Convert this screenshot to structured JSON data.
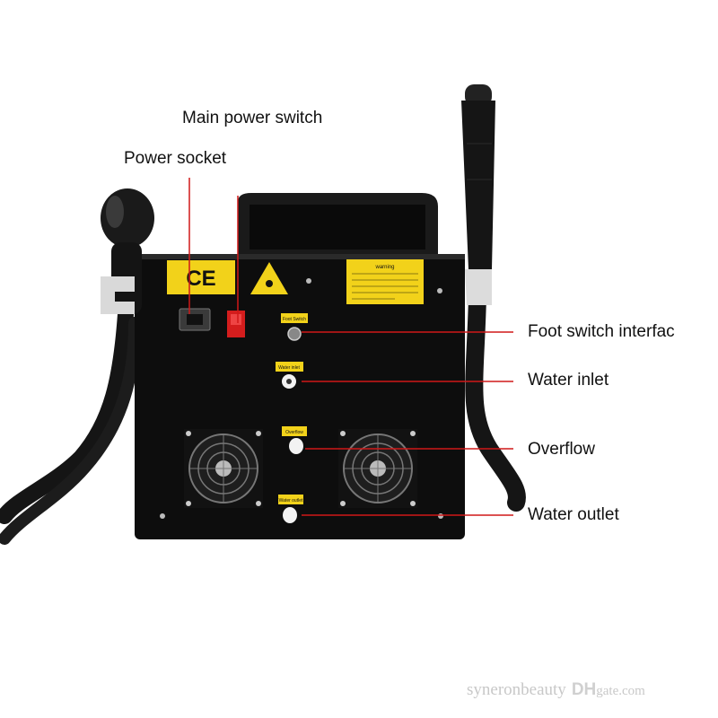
{
  "callouts": {
    "main_power_switch": "Main power switch",
    "power_socket": "Power socket",
    "foot_switch_interface": "Foot switch interfac",
    "water_inlet": "Water inlet",
    "overflow": "Overflow",
    "water_outlet": "Water outlet"
  },
  "panel_labels": {
    "foot_switch": "Foot Switch",
    "water_inlet": "Water inlet",
    "overflow": "Overflow",
    "water_outlet": "Water outlet",
    "warning": "warning"
  },
  "watermark": {
    "seller": "syneronbeauty",
    "brand": "DH",
    "site": "gate.com"
  },
  "colors": {
    "leader_line": "#d01818",
    "device_body": "#0d0d0d",
    "sticker_yellow": "#f2d21a",
    "power_switch_red": "#d41d1d"
  }
}
